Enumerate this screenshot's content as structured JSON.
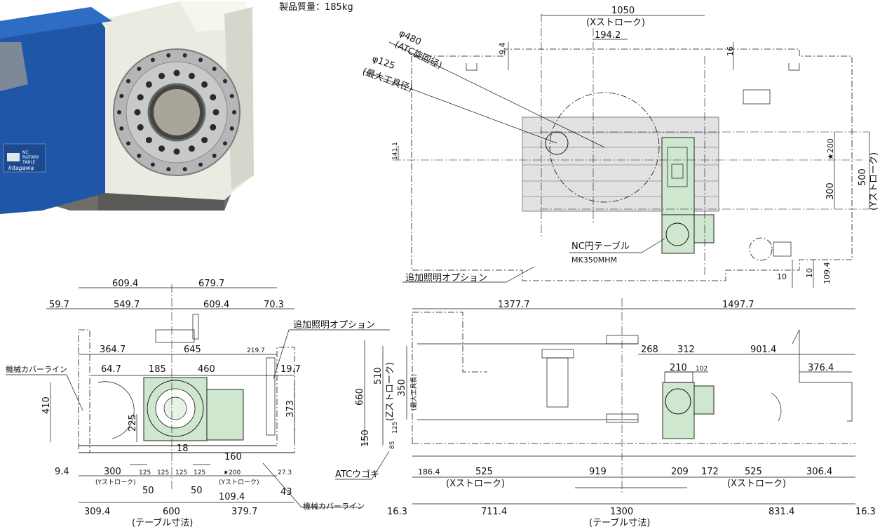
{
  "header": {
    "mass_label": "製品質量：185kg"
  },
  "top_view": {
    "dims": {
      "x_stroke": "1050",
      "x_stroke_note": "(Xストローク)",
      "offset_194": "194.2",
      "d94": "9.4",
      "d16": "16",
      "phi480": "φ480",
      "phi480_note": "(ATC旋回径)",
      "phi125": "φ125",
      "phi125_note": "(最大工具径)",
      "d141": "141.1",
      "star200": "★200",
      "d300": "300",
      "d500": "500",
      "y_stroke_note": "(Yストローク)",
      "d10a": "10",
      "d10b": "10",
      "d1094": "109.4"
    },
    "labels": {
      "nc_table": "NC円テーブル",
      "nc_model": "MK350MHM",
      "light_option": "追加照明オプション"
    }
  },
  "front_view": {
    "dims": {
      "d6094a": "609.4",
      "d6797": "679.7",
      "d597": "59.7",
      "d5497": "549.7",
      "d6094b": "609.4",
      "d703": "70.3",
      "d3647": "364.7",
      "d645": "645",
      "d2197": "219.7",
      "d647": "64.7",
      "d185": "185",
      "d460": "460",
      "d197": "19.7",
      "d410": "410",
      "d225": "225",
      "d373": "373",
      "d18": "18",
      "d160": "160",
      "d94b": "9.4",
      "d300b": "300",
      "y_stroke_small": "(Yストローク)",
      "d125a": "125",
      "d125b": "125",
      "d125c": "125",
      "d125d": "125",
      "star200b": "★200",
      "y_stroke_small2": "(Yストローク)",
      "d273": "27.3",
      "d50a": "50",
      "d50b": "50",
      "d1094b": "109.4",
      "d43": "43",
      "d3094": "309.4",
      "d600": "600",
      "d3797": "379.7",
      "table_size": "(テーブル寸法)"
    },
    "labels": {
      "cover_line": "機械カバーライン",
      "light_option": "追加照明オプション",
      "cover_line2": "機械カバーライン"
    }
  },
  "side_view": {
    "dims": {
      "d13777": "1377.7",
      "d14977": "1497.7",
      "d268": "268",
      "d312": "312",
      "d9014": "901.4",
      "d210": "210",
      "d102": "102",
      "d3764": "376.4",
      "d660": "660",
      "d510": "510",
      "z_stroke_note": "(Zストローク)",
      "d350": "350",
      "max_tool_len": "(最大工具長)",
      "d125": "125",
      "d150": "150",
      "d85": "85",
      "d1864": "186.4",
      "d525a": "525",
      "x_stroke_a": "(Xストローク)",
      "d919": "919",
      "d209": "209",
      "d172": "172",
      "d525b": "525",
      "x_stroke_b": "(Xストローク)",
      "d3064": "306.4",
      "d163a": "16.3",
      "d7114": "711.4",
      "d1300": "1300",
      "d8314": "831.4",
      "d163b": "16.3",
      "table_size": "(テーブル寸法)"
    },
    "labels": {
      "atc_move": "ATCウゴキ"
    }
  },
  "photo": {
    "badge_line1": "NC",
    "badge_line2": "ROTARY",
    "badge_line3": "TABLE",
    "brand": "kitagawa"
  },
  "colors": {
    "blue": "#1f56a8",
    "cream": "#ecebe2",
    "green": "#cfe6cf"
  }
}
